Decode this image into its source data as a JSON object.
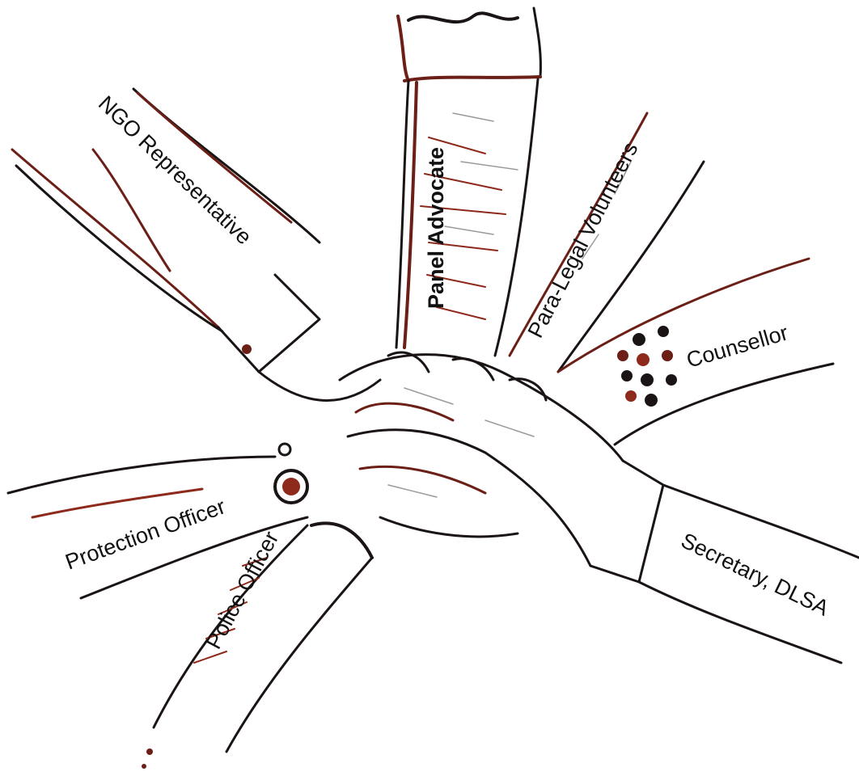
{
  "labels": {
    "ngo": "NGO Representative",
    "panel": "Panel Advocate",
    "paralegal": "Para-Legal Volunteers",
    "counsellor": "Counsellor",
    "secretary": "Secretary, DLSA",
    "police": "Police Officer",
    "protection": "Protection Officer"
  },
  "colors": {
    "ink_dark": "#1a1414",
    "ink_brown": "#6b1f17",
    "ink_red": "#8e2a1c",
    "ink_gray": "#9a9a9a"
  }
}
